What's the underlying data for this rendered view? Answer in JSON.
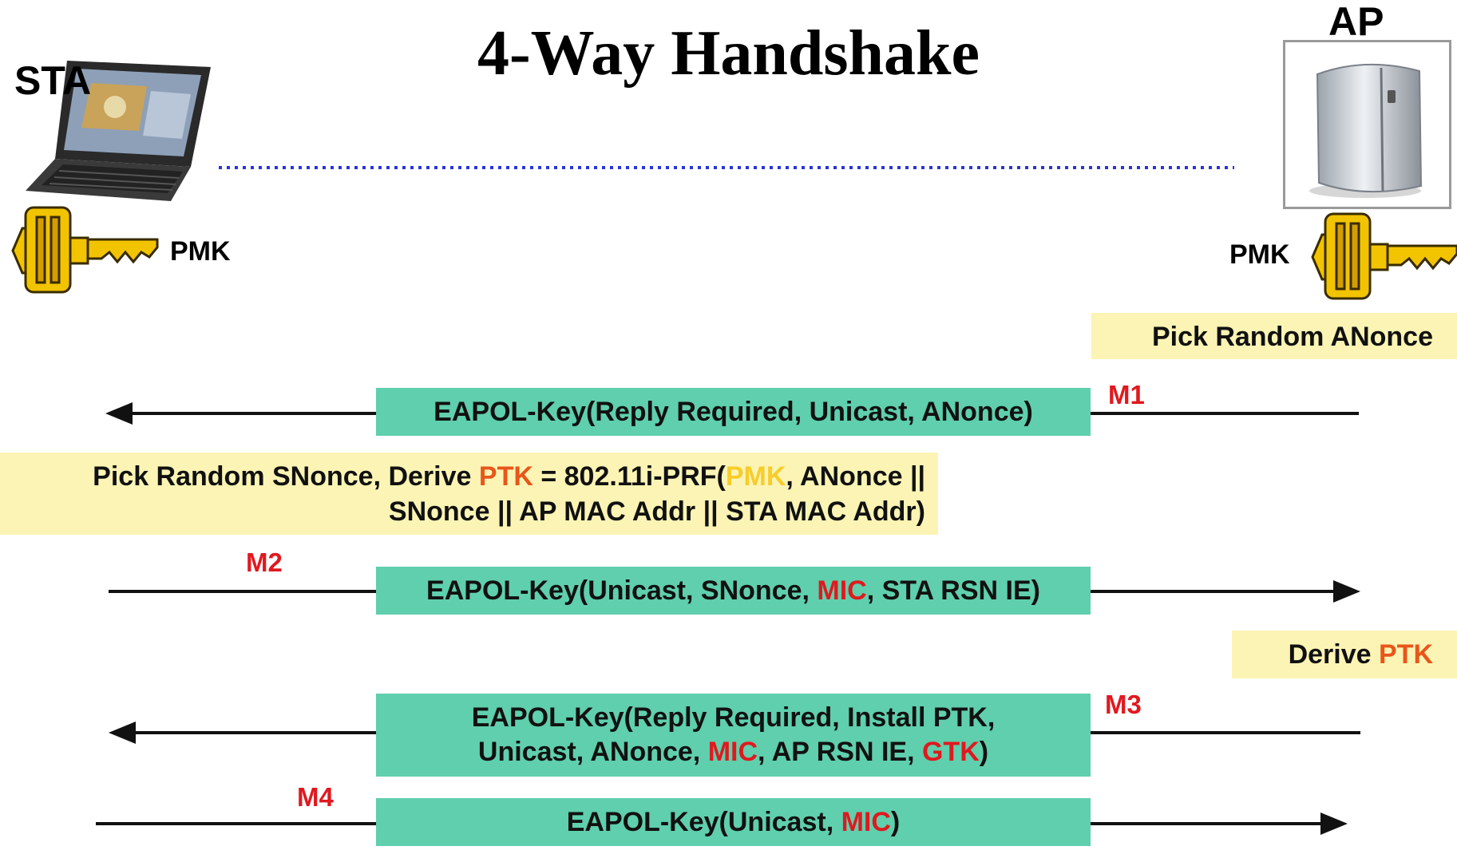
{
  "title": "4-Way Handshake",
  "nodes": {
    "sta": {
      "label": "STA",
      "key_label": "PMK"
    },
    "ap": {
      "label": "AP",
      "key_label": "PMK"
    }
  },
  "notes": {
    "ap_anonce": "Pick Random ANonce",
    "sta_derive": {
      "p1": "Pick Random SNonce, Derive ",
      "ptk": "PTK",
      "p2": " = 802.11i-PRF(",
      "pmk": "PMK",
      "p3": ", ANonce ||",
      "line2": "SNonce || AP MAC Addr || STA MAC Addr)"
    },
    "ap_derive": {
      "prefix": "Derive ",
      "ptk": "PTK"
    }
  },
  "messages": {
    "m1": {
      "label": "M1",
      "text": "EAPOL-Key(Reply Required, Unicast, ANonce)"
    },
    "m2": {
      "label": "M2",
      "p1": "EAPOL-Key(Unicast, SNonce, ",
      "mic": "MIC",
      "p2": ", STA RSN IE)"
    },
    "m3": {
      "label": "M3",
      "line1": "EAPOL-Key(Reply Required, Install PTK,",
      "l2a": "Unicast, ANonce, ",
      "mic": "MIC",
      "l2b": ", AP RSN IE, ",
      "gtk": "GTK",
      "l2c": ")"
    },
    "m4": {
      "label": "M4",
      "p1": "EAPOL-Key(Unicast, ",
      "mic": "MIC",
      "p2": ")"
    }
  },
  "colors": {
    "message_box": "#5fcfad",
    "note_box": "#fbf4b4",
    "highlight_red": "#e0191f",
    "highlight_orange": "#e8561b",
    "highlight_yellow": "#f7cc2c",
    "link_dotted": "#2b34d6",
    "key_gold": "#f2c400"
  },
  "icons": [
    "laptop-icon",
    "access-point-icon",
    "key-icon"
  ]
}
